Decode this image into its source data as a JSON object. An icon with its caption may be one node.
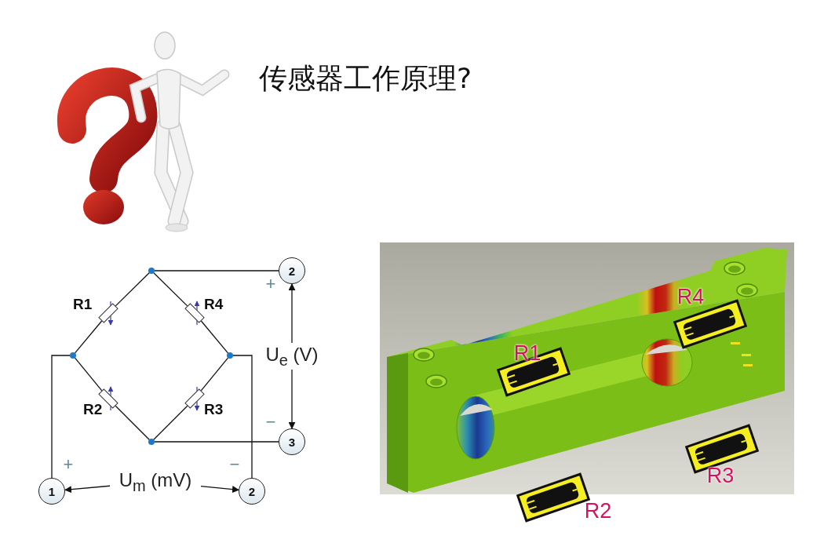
{
  "diagram": {
    "title": "传感器工作原理?",
    "nodes": [
      {
        "text": [],
        "shape": "circle"
      },
      {
        "text": [
          "2"
        ]
      },
      {
        "text": [],
        "shape": "box",
        "beside": [
          "R1"
        ]
      },
      {
        "text": [],
        "shape": "box",
        "beside": [
          "R4"
        ]
      },
      {
        "text": [],
        "shape": "circle"
      },
      {
        "text": [],
        "shape": "circle"
      },
      {
        "text": [],
        "shape": "box",
        "beside": [
          "R2"
        ]
      },
      {
        "text": [],
        "shape": "box",
        "beside": [
          "R3"
        ]
      },
      {
        "text": [],
        "shape": "circle"
      },
      {
        "text": [
          "3"
        ]
      },
      {
        "text": [
          "1"
        ]
      },
      {
        "text": [
          "U$_{m}$ (mV)"
        ]
      },
      {
        "text": [
          "2"
        ]
      }
    ],
    "edges": [
      {
        "from": 0,
        "to": 2,
        "arrow": "none"
      },
      {
        "from": 2,
        "to": 4,
        "arrow": "none"
      },
      {
        "from": 0,
        "to": 3,
        "arrow": "none"
      },
      {
        "from": 3,
        "to": 5,
        "arrow": "none"
      },
      {
        "from": 4,
        "to": 6,
        "arrow": "none"
      },
      {
        "from": 6,
        "to": 8,
        "arrow": "none"
      },
      {
        "from": 5,
        "to": 7,
        "arrow": "none"
      },
      {
        "from": 7,
        "to": 8,
        "arrow": "none"
      },
      {
        "from": 0,
        "to": 1,
        "arrow": "none"
      },
      {
        "from": 8,
        "to": 9,
        "arrow": "none"
      },
      {
        "from": 4,
        "to": 10,
        "arrow": "none"
      },
      {
        "from": 5,
        "to": 12,
        "arrow": "none"
      },
      {
        "from": 1,
        "to": 9,
        "arrow": "both",
        "label": "U$_{e}$ (V)"
      },
      {
        "from": 11,
        "to": 10,
        "arrow": "to"
      },
      {
        "from": 11,
        "to": 12,
        "arrow": "to"
      }
    ],
    "labels": [
      "+",
      "−",
      "+",
      "−",
      "R4",
      "R1",
      "R3",
      "R2"
    ]
  }
}
